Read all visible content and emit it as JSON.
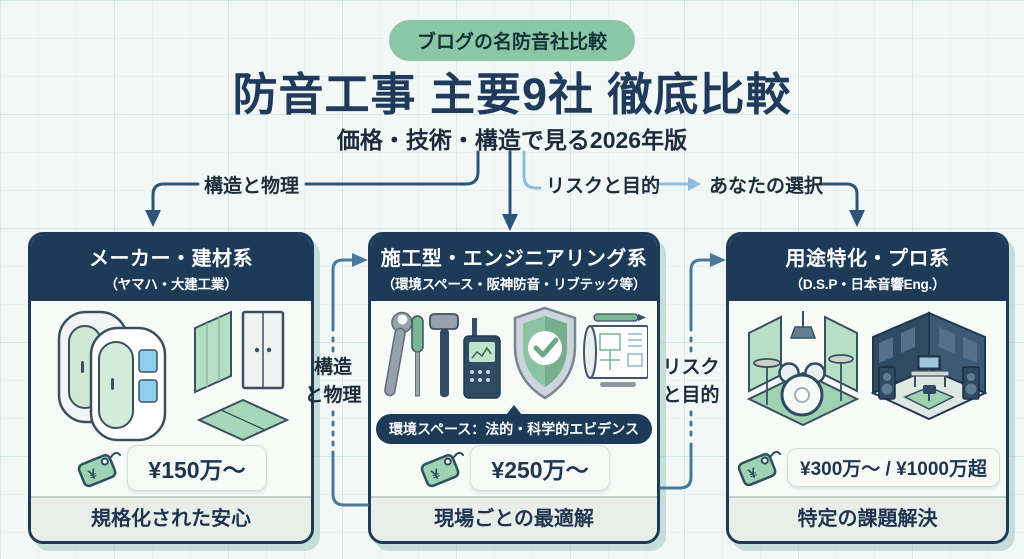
{
  "header": {
    "badge": "ブログの名防音社比較",
    "title": "防音工事 主要9社 徹底比較",
    "subtitle": "価格・技術・構造で見る2026年版"
  },
  "flow": {
    "left_label": "構造と物理",
    "risk_label": "リスクと目的",
    "choice_label": "あなたの選択",
    "connector_a": {
      "line1": "構造",
      "line2": "と物理"
    },
    "connector_b": {
      "line1": "リスク",
      "line2": "と目的"
    }
  },
  "cards": [
    {
      "name": "メーカー・建材系",
      "companies": "（ヤマハ・大建工業）",
      "price": "¥150万～",
      "footer": "規格化された安心",
      "illustration": "soundproof-booths-and-panels"
    },
    {
      "name": "施工型・エンジニアリング系",
      "companies": "（環境スペース・阪神防音・リブテック等）",
      "callout": "環境スペース：法的・科学的エビデンス",
      "price": "¥250万～",
      "footer": "現場ごとの最適解",
      "illustration": "tools-shield-and-blueprint"
    },
    {
      "name": "用途特化・プロ系",
      "companies": "（D.S.P・日本音響Eng.）",
      "price": "¥300万～ / ¥1000万超",
      "footer": "特定の課題解決",
      "illustration": "drum-room-and-recording-studio"
    }
  ],
  "icons": {
    "price_tag": "tag-icon",
    "tag_currency": "¥",
    "shield": "shield-check-icon",
    "arrow": "arrow-icon"
  },
  "colors": {
    "navy": "#1d3a58",
    "badge_green": "#8cc7a5",
    "tag_green": "#9fd2b2",
    "accent_light_blue": "#8fbcdb",
    "connector_steel": "#49789a",
    "connector_dark": "#2d5577",
    "background": "#f2f8f5"
  }
}
